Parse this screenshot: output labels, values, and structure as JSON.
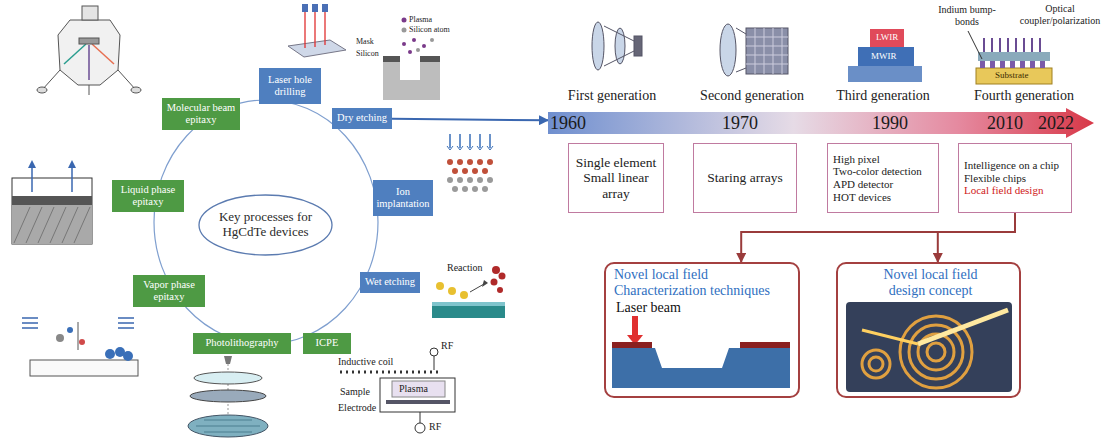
{
  "diagram": {
    "nodes": [
      {
        "text": [
          "Key processes for HgCdTe devices"
        ]
      },
      {
        "text": [
          "Laser hole drilling"
        ]
      },
      {
        "text": [
          "Dry etching"
        ]
      },
      {
        "text": [
          "Ion implantation"
        ]
      },
      {
        "text": [
          "Wet etching"
        ]
      },
      {
        "text": [
          "ICPE"
        ]
      },
      {
        "text": [
          "Photolithography"
        ]
      },
      {
        "text": [
          "Vapor phase epitaxy"
        ]
      },
      {
        "text": [
          "Liquid phase epitaxy"
        ]
      },
      {
        "text": [
          "Molecular beam epitaxy"
        ]
      },
      {
        "text": [
          "1960",
          "1970",
          "1990",
          "2010",
          "2022"
        ]
      },
      {
        "text": [
          "Single element",
          "Small linear array"
        ]
      },
      {
        "text": [
          "Staring arrays"
        ]
      },
      {
        "text": [
          "High pixel",
          "Two-color detection",
          "APD detector",
          "HOT devices"
        ]
      },
      {
        "text": [
          "Intelligence on a chip",
          "Flexible chips",
          "Local field design"
        ]
      },
      {
        "text": [
          "Novel local field Characterization techniques",
          "Laser beam"
        ]
      },
      {
        "text": [
          "Novel local field design concept"
        ]
      }
    ],
    "edges": [
      {
        "from": 2,
        "to": 10,
        "arrow": "to"
      },
      {
        "from": 14,
        "to": 15,
        "arrow": "to"
      },
      {
        "from": 14,
        "to": 16,
        "arrow": "to"
      }
    ],
    "labels": [
      "Mask",
      "Silicon",
      "Plasma",
      "Silicon atom",
      "Reaction",
      "Inductive coil",
      "RF",
      "Plasma",
      "Sample",
      "Electrode",
      "RF",
      "First generation",
      "Second generation",
      "Third generation",
      "Fourth generation",
      "Indium bump-bonds",
      "Optical coupler/polarization",
      "LWIR",
      "MWIR",
      "Substrate"
    ]
  }
}
